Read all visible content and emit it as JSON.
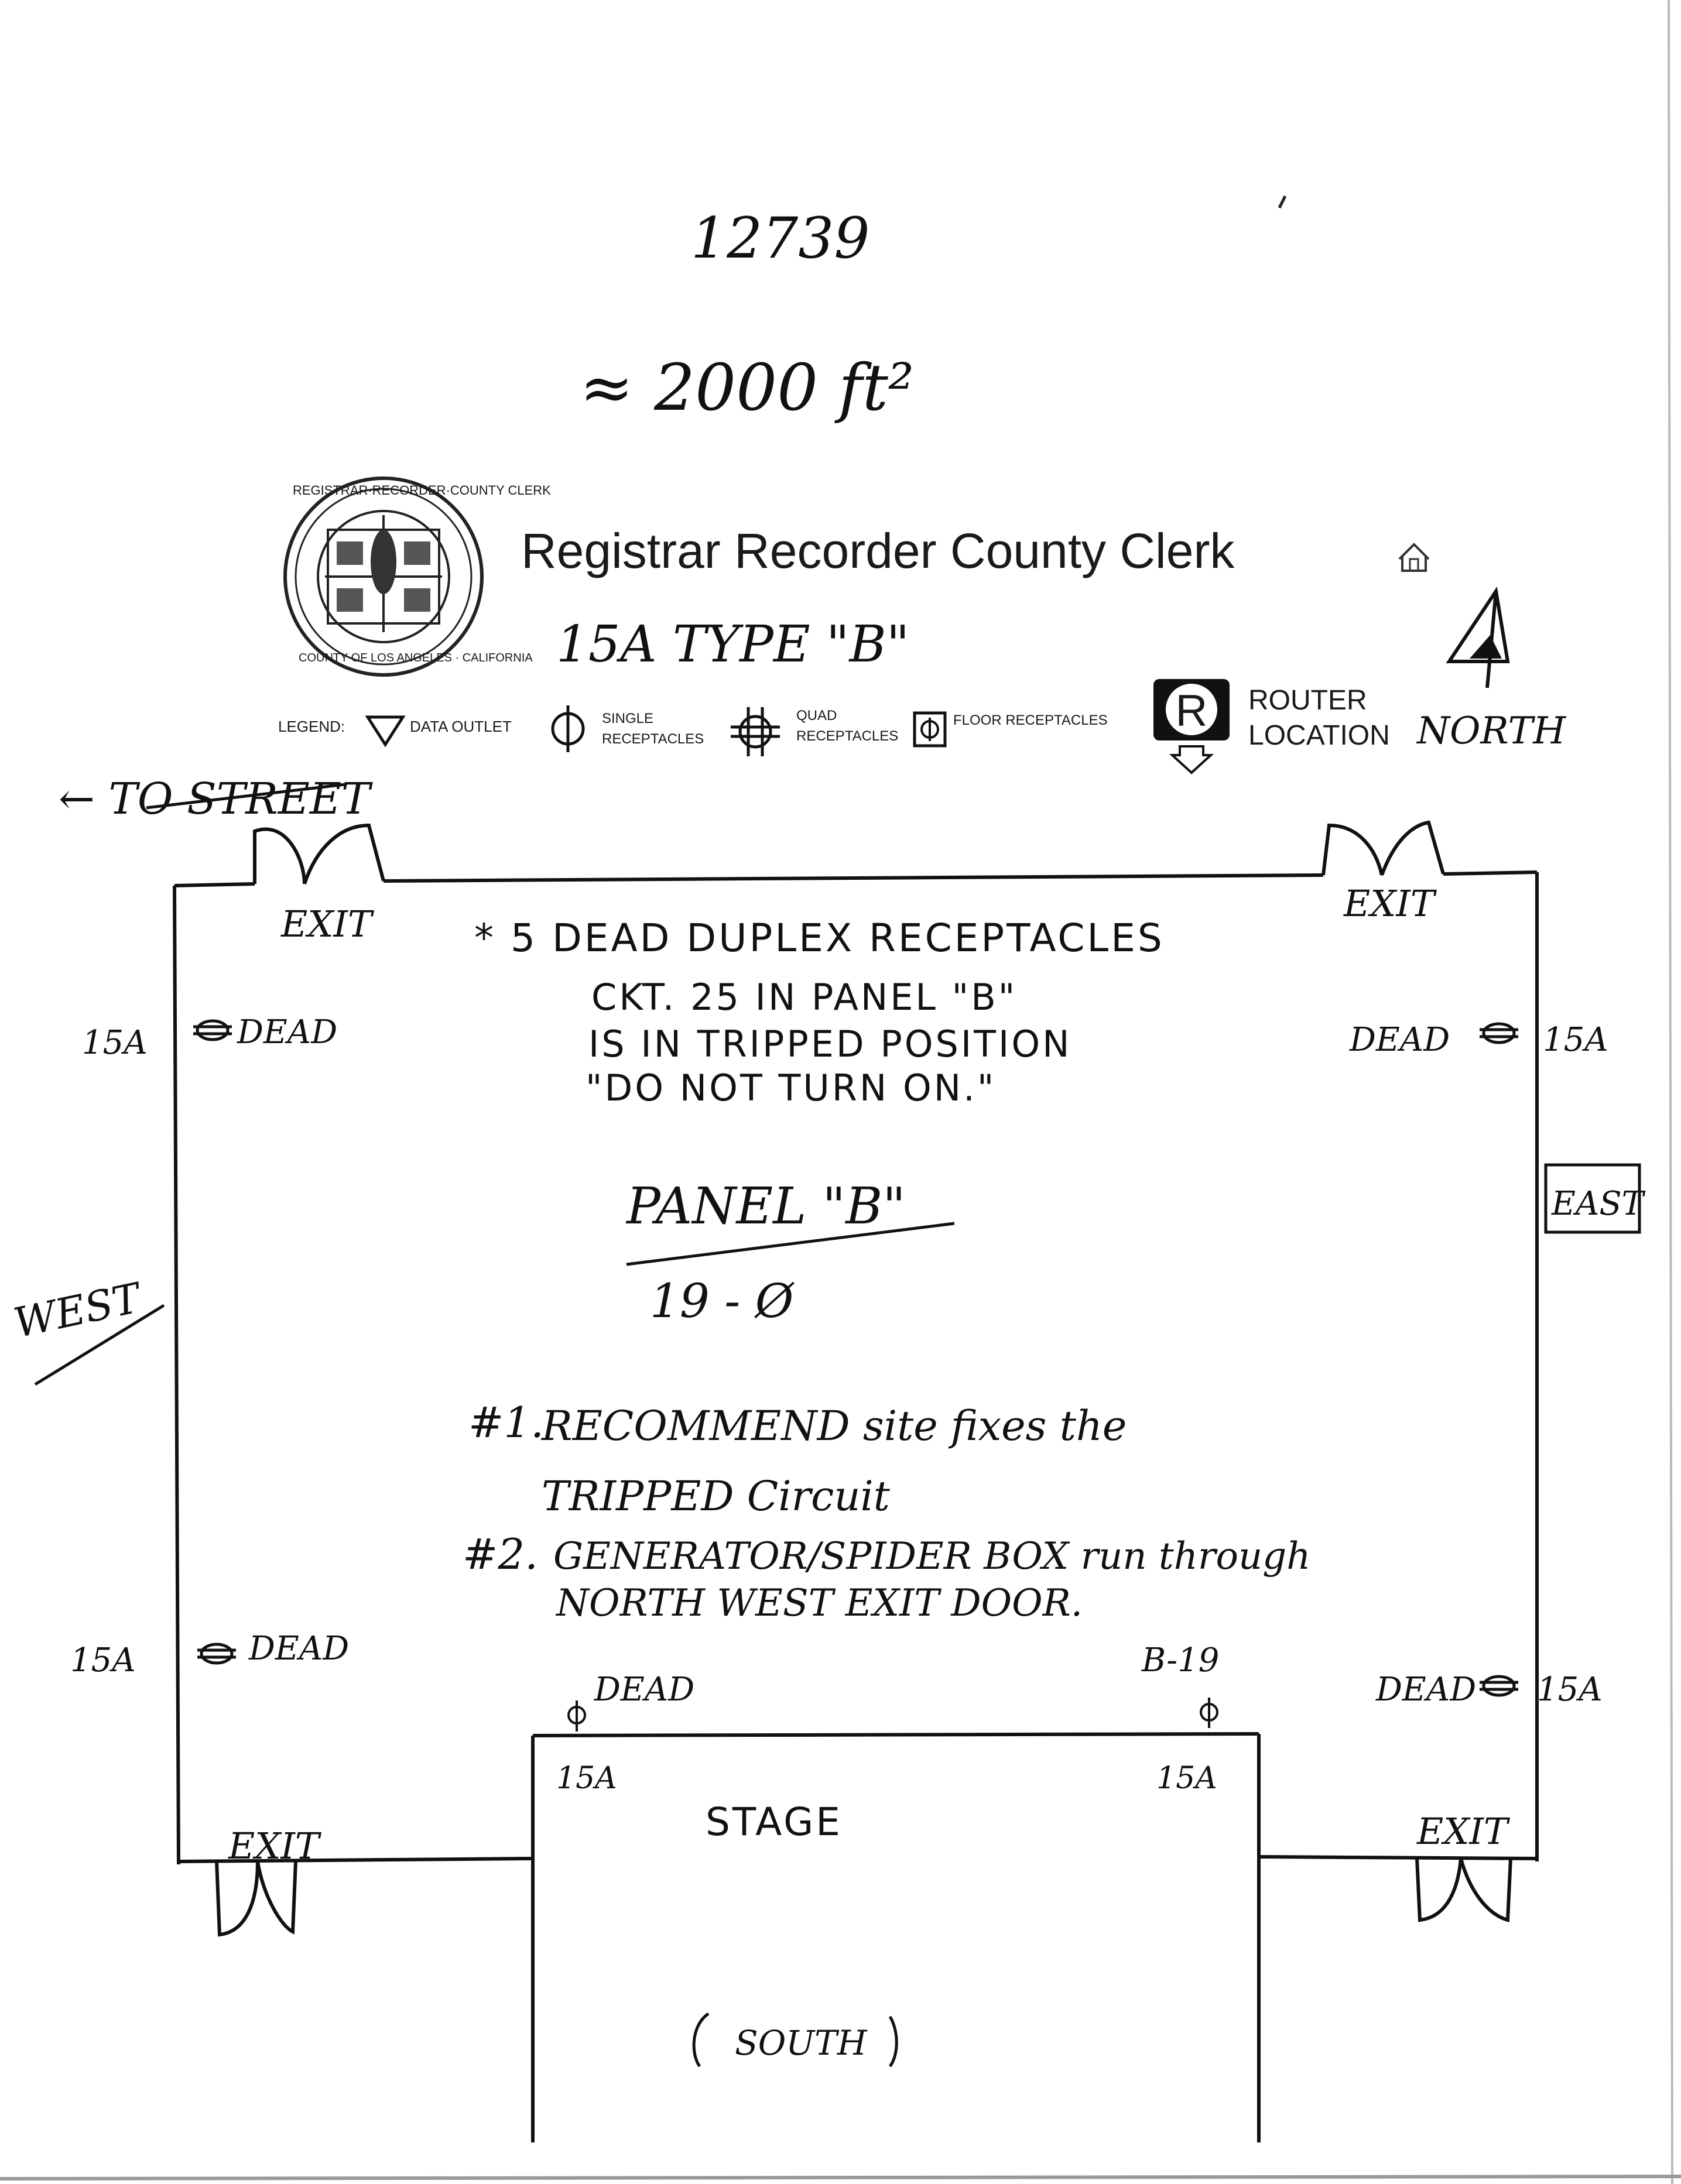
{
  "header": {
    "form_number": "12739",
    "area": "≈ 2000 ft²",
    "org_name": "Registrar Recorder County Clerk",
    "seal_top_text": "REGISTRAR·RECORDER·COUNTY CLERK",
    "seal_bottom_text": "COUNTY OF LOS ANGELES · CALIFORNIA",
    "home_icon": "home-icon",
    "subtitle": "15A TYPE \"B\""
  },
  "legend": {
    "label": "LEGEND:",
    "data_outlet": "DATA OUTLET",
    "single_1": "SINGLE",
    "single_2": "RECEPTACLES",
    "quad_1": "QUAD",
    "quad_2": "RECEPTACLES",
    "floor": "FLOOR RECEPTACLES",
    "router_letter": "R",
    "router_1": "ROUTER",
    "router_2": "LOCATION",
    "north_label": "NORTH"
  },
  "directions": {
    "to_street": "← TO STREET",
    "west": "WEST",
    "east": "EAST",
    "south": "SOUTH"
  },
  "exits": {
    "nw": "EXIT",
    "ne": "EXIT",
    "sw": "EXIT",
    "se": "EXIT"
  },
  "outlets": {
    "nw_amp": "15A",
    "nw_status": "DEAD",
    "ne_amp": "15A",
    "ne_status": "DEAD",
    "sw_amp": "15A",
    "sw_status": "DEAD",
    "se_amp": "15A",
    "se_status": "DEAD",
    "stage_left_status": "DEAD",
    "stage_left_amp": "15A",
    "stage_right_label": "B-19",
    "stage_right_amp": "15A"
  },
  "notes": {
    "line1": "* 5 DEAD DUPLEX RECEPTACLES",
    "line2": "CKT. 25 IN PANEL \"B\"",
    "line3": "IS IN TRIPPED POSITION",
    "line4": "\"DO NOT TURN ON.\"",
    "panel": "PANEL \"B\"",
    "panel_circuit": "19 - Ø",
    "rec1_num": "#1.",
    "rec1_a": "RECOMMEND site fixes the",
    "rec1_b": "TRIPPED Circuit",
    "rec2_num": "#2.",
    "rec2_a": "GENERATOR/SPIDER BOX run through",
    "rec2_b": "NORTH WEST EXIT DOOR."
  },
  "stage": {
    "label": "STAGE"
  }
}
